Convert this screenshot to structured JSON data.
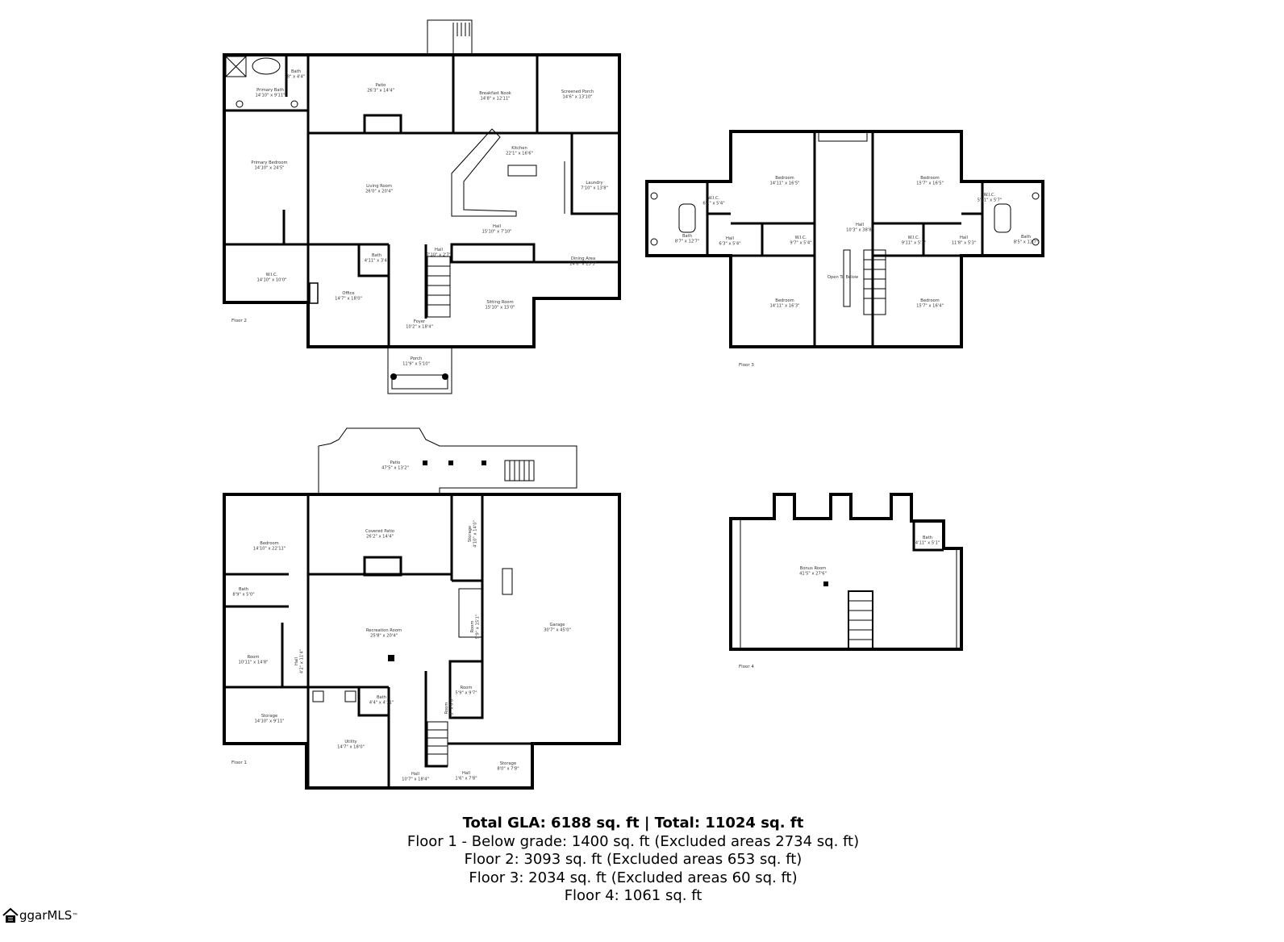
{
  "floors": [
    {
      "label": "Floor 2",
      "rooms": [
        {
          "name": "Bath",
          "dims": "8\" x 4'4\""
        },
        {
          "name": "Primary Bath",
          "dims": "14'10\" x 9'11\""
        },
        {
          "name": "Patio",
          "dims": "26'3\" x 14'4\""
        },
        {
          "name": "Breakfast Nook",
          "dims": "14'8\" x 12'11\""
        },
        {
          "name": "Screened Porch",
          "dims": "14'6\" x 13'10\""
        },
        {
          "name": "Kitchen",
          "dims": "22'1\" x 16'6\""
        },
        {
          "name": "Laundry",
          "dims": "7'10\" x 13'8\""
        },
        {
          "name": "Primary Bedroom",
          "dims": "14'10\" x 24'5\""
        },
        {
          "name": "Living Room",
          "dims": "26'0\" x 20'4\""
        },
        {
          "name": "Hall",
          "dims": "15'10\" x 7'10\""
        },
        {
          "name": "Hall",
          "dims": "7'10\" x 2'7\""
        },
        {
          "name": "Bath",
          "dims": "4'11\" x 3'4\""
        },
        {
          "name": "Dining Area",
          "dims": "14'6\" x 15'3\""
        },
        {
          "name": "W.I.C.",
          "dims": "14'10\" x 10'0\""
        },
        {
          "name": "Office",
          "dims": "14'7\" x 18'0\""
        },
        {
          "name": "Sitting Room",
          "dims": "15'10\" x 15'0\""
        },
        {
          "name": "Foyer",
          "dims": "10'2\" x 18'4\""
        },
        {
          "name": "Porch",
          "dims": "11'9\" x 5'10\""
        }
      ]
    },
    {
      "label": "Floor 3",
      "rooms": [
        {
          "name": "Bedroom",
          "dims": "14'11\" x 16'5\""
        },
        {
          "name": "Bedroom",
          "dims": "15'7\" x 16'5\""
        },
        {
          "name": "W.I.C.",
          "dims": "6'1\" x 5'4\""
        },
        {
          "name": "W.I.C.",
          "dims": "5'11\" x 5'7\""
        },
        {
          "name": "Hall",
          "dims": "10'3\" x 38'8\""
        },
        {
          "name": "Bath",
          "dims": "8'7\" x 12'7\""
        },
        {
          "name": "Hall",
          "dims": "6'3\" x 5'4\""
        },
        {
          "name": "W.I.C.",
          "dims": "9'7\" x 5'4\""
        },
        {
          "name": "W.I.C.",
          "dims": "9'11\" x 5'3\""
        },
        {
          "name": "Hall",
          "dims": "11'8\" x 5'3\""
        },
        {
          "name": "Bath",
          "dims": "8'5\" x 12'7\""
        },
        {
          "name": "Open To Below",
          "dims": ""
        },
        {
          "name": "Bedroom",
          "dims": "14'11\" x 16'3\""
        },
        {
          "name": "Bedroom",
          "dims": "15'7\" x 16'4\""
        }
      ]
    },
    {
      "label": "Floor 1",
      "rooms": [
        {
          "name": "Patio",
          "dims": "47'5\" x 13'2\""
        },
        {
          "name": "Covered Patio",
          "dims": "26'2\" x 14'4\""
        },
        {
          "name": "Storage",
          "dims": "4'10\" x 14'0\""
        },
        {
          "name": "Bedroom",
          "dims": "14'10\" x 22'11\""
        },
        {
          "name": "Bath",
          "dims": "8'9\" x 5'0\""
        },
        {
          "name": "Recreation Room",
          "dims": "25'8\" x 20'4\""
        },
        {
          "name": "Room",
          "dims": "5'9\" x 15'1\""
        },
        {
          "name": "Garage",
          "dims": "30'7\" x 45'0\""
        },
        {
          "name": "Room",
          "dims": "10'11\" x 14'8\""
        },
        {
          "name": "Hall",
          "dims": "4'2\" x 11'4\""
        },
        {
          "name": "Bath",
          "dims": "4'4\" x 4'11\""
        },
        {
          "name": "Room",
          "dims": "5'9\" x 9'7\""
        },
        {
          "name": "Room",
          "dims": "3'0\" x 6'0\""
        },
        {
          "name": "Storage",
          "dims": "14'10\" x 9'11\""
        },
        {
          "name": "Utility",
          "dims": "14'7\" x 18'0\""
        },
        {
          "name": "Hall",
          "dims": "10'7\" x 18'4\""
        },
        {
          "name": "Hall",
          "dims": "1'6\" x 7'8\""
        },
        {
          "name": "Storage",
          "dims": "8'0\" x 7'8\""
        }
      ]
    },
    {
      "label": "Floor 4",
      "rooms": [
        {
          "name": "Bonus Room",
          "dims": "41'5\" x 27'6\""
        },
        {
          "name": "Bath",
          "dims": "4'11\" x 5'1\""
        }
      ]
    }
  ],
  "totals": {
    "headline": "Total GLA: 6188 sq. ft | Total: 11024 sq. ft",
    "lines": [
      "Floor 1 - Below grade: 1400 sq. ft (Excluded areas 2734 sq. ft)",
      "Floor 2: 3093 sq. ft (Excluded areas 653 sq. ft)",
      "Floor 3: 2034 sq. ft (Excluded areas 60 sq. ft)",
      "Floor 4: 1061 sq. ft"
    ]
  },
  "logo": {
    "text": "ggarMLS",
    "mark": "™",
    "icon": "house-icon"
  }
}
